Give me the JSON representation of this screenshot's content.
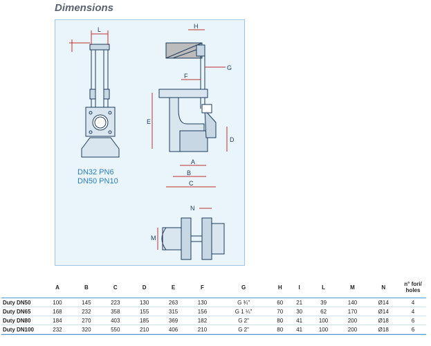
{
  "title": "Dimensions",
  "drawing": {
    "label_line1": "DN32 PN6",
    "label_line2": "DN50 PN10",
    "dim_letters": [
      "L",
      "H",
      "G",
      "F",
      "E",
      "D",
      "A",
      "B",
      "C",
      "N",
      "M"
    ]
  },
  "table": {
    "headers": [
      "",
      "A",
      "B",
      "C",
      "D",
      "E",
      "F",
      "G",
      "H",
      "I",
      "L",
      "M",
      "N",
      "n° fori/ holes"
    ],
    "rows": [
      [
        "Duty DN50",
        "100",
        "145",
        "223",
        "130",
        "263",
        "130",
        "G ¾\"",
        "60",
        "21",
        "39",
        "140",
        "Ø14",
        "4"
      ],
      [
        "Duty DN65",
        "168",
        "232",
        "358",
        "155",
        "315",
        "156",
        "G 1 ¼\"",
        "70",
        "30",
        "62",
        "170",
        "Ø14",
        "4"
      ],
      [
        "Duty DN80",
        "184",
        "270",
        "403",
        "185",
        "369",
        "182",
        "G 2\"",
        "80",
        "41",
        "100",
        "200",
        "Ø18",
        "6"
      ],
      [
        "Duty DN100",
        "232",
        "320",
        "550",
        "210",
        "406",
        "210",
        "G 2\"",
        "80",
        "41",
        "100",
        "200",
        "Ø18",
        "6"
      ]
    ]
  }
}
